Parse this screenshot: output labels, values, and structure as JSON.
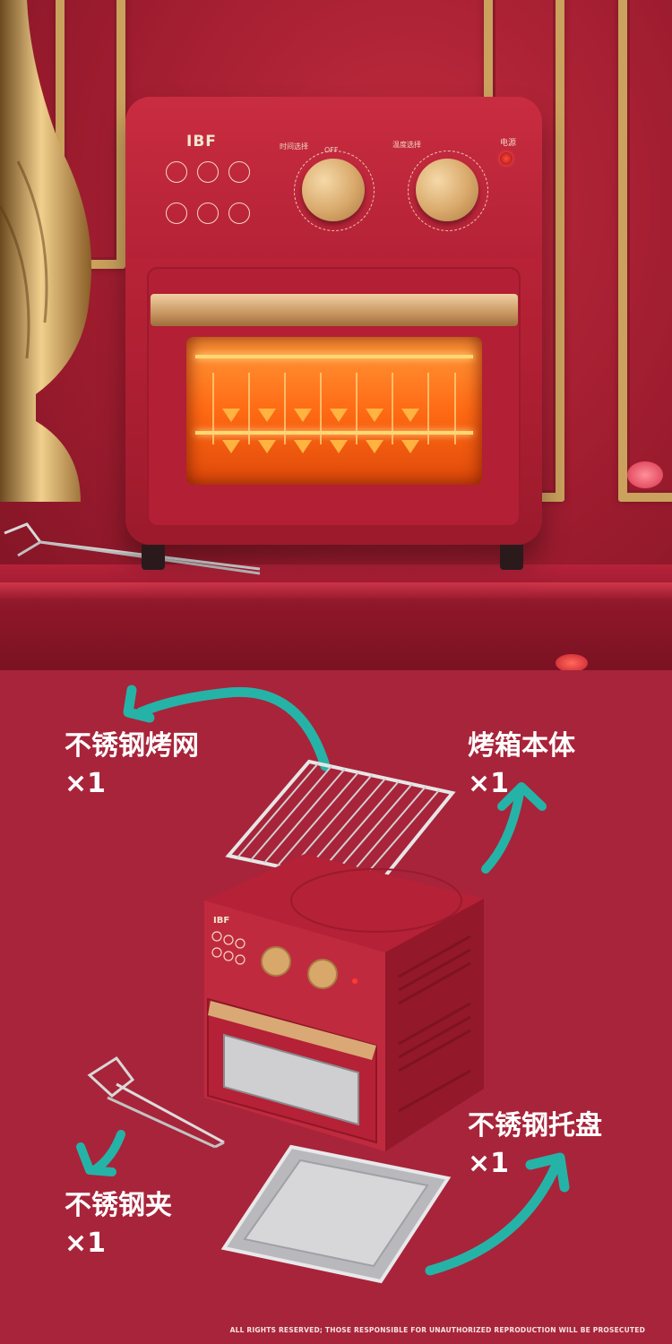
{
  "brand": {
    "logo": "IBF"
  },
  "oven_panel": {
    "time_label": "时间选择",
    "temp_label": "温度选择",
    "power_label": "电源",
    "off_label": "OFF"
  },
  "items": [
    {
      "name": "不锈钢烤网",
      "qty": "×1"
    },
    {
      "name": "烤箱本体",
      "qty": "×1"
    },
    {
      "name": "不锈钢托盘",
      "qty": "×1"
    },
    {
      "name": "不锈钢夹",
      "qty": "×1"
    }
  ],
  "colors": {
    "background": "#a8243a",
    "arrow": "#25b3a8",
    "text": "#ffffff",
    "accent_gold": "#d8a86a"
  },
  "footer": {
    "notice": "ALL RIGHTS RESERVED; THOSE RESPONSIBLE FOR UNAUTHORIZED REPRODUCTION WILL BE PROSECUTED"
  }
}
